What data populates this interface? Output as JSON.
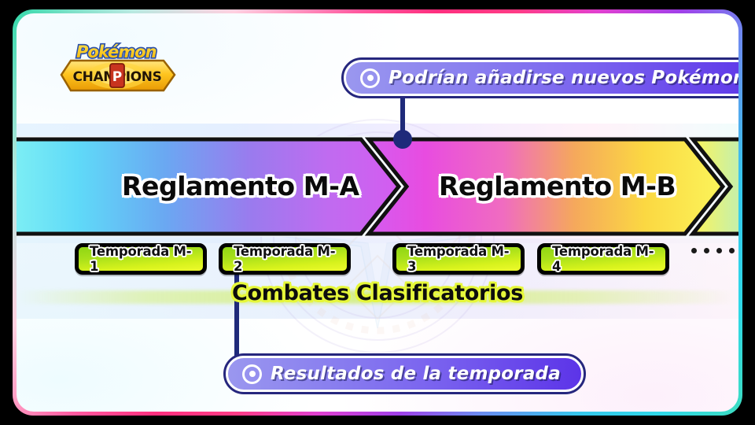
{
  "branding": {
    "logo_line1": "Pokémon",
    "logo_line2": "CHAMPIONS",
    "logo_icon": "pokemon-champions-logo"
  },
  "callouts": {
    "top": {
      "label": "Podrían añadirse nuevos Pokémon",
      "icon": "bullseye-icon",
      "accent": "#5c34e8"
    },
    "bottom": {
      "label": "Resultados de la temporada",
      "icon": "bullseye-icon",
      "accent": "#5c34e8"
    }
  },
  "timeline": {
    "rulesets": [
      {
        "label": "Reglamento M-A",
        "gradient_from": "#6ee9f5",
        "gradient_to": "#c866f0"
      },
      {
        "label": "Reglamento M-B",
        "gradient_from": "#e24ae0",
        "gradient_to": "#fbf45a"
      }
    ],
    "next_segment_empty": true
  },
  "seasons": {
    "items": [
      {
        "label": "Temporada M-1"
      },
      {
        "label": "Temporada M-2"
      },
      {
        "label": "Temporada M-3"
      },
      {
        "label": "Temporada M-4"
      }
    ],
    "continuation_dots": 4
  },
  "ranked": {
    "title": "Combates Clasificatorios",
    "glow_color": "#e6f73a"
  },
  "frame": {
    "border_colors": [
      "#30d8a8",
      "#ff2f7e",
      "#a040e8",
      "#35c8ec"
    ]
  }
}
